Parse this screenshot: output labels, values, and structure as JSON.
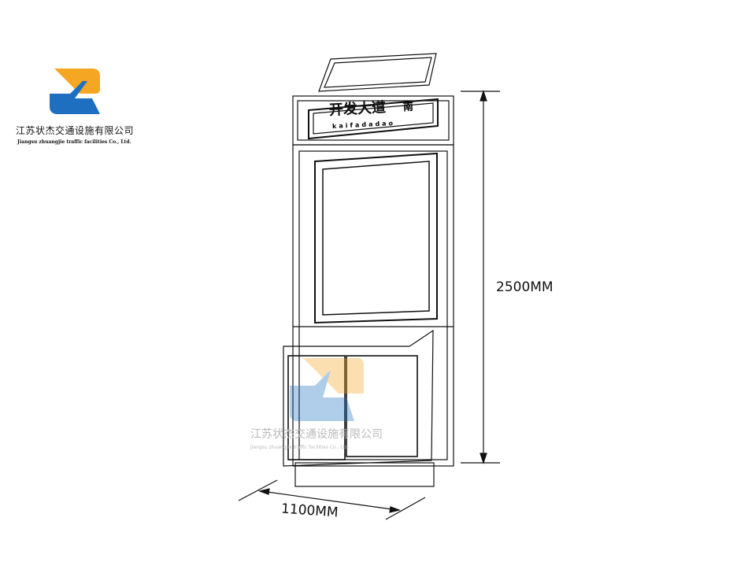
{
  "company": {
    "name_cn": "江苏状杰交通设施有限公司",
    "name_en": "Jiangsu zhuangjie traffic facilities Co., Ltd.",
    "colors": {
      "orange": "#F5A623",
      "blue": "#1E6FC0"
    }
  },
  "sign": {
    "road_name": "开发大道",
    "direction": "南",
    "pinyin": "kaifadadao"
  },
  "dimensions": {
    "height": "2500MM",
    "width": "1100MM"
  },
  "watermark": {
    "name_cn": "江苏状杰交通设施有限公司",
    "name_en": "Jiangsu zhuangjie traffic facilities Co., Ltd."
  }
}
